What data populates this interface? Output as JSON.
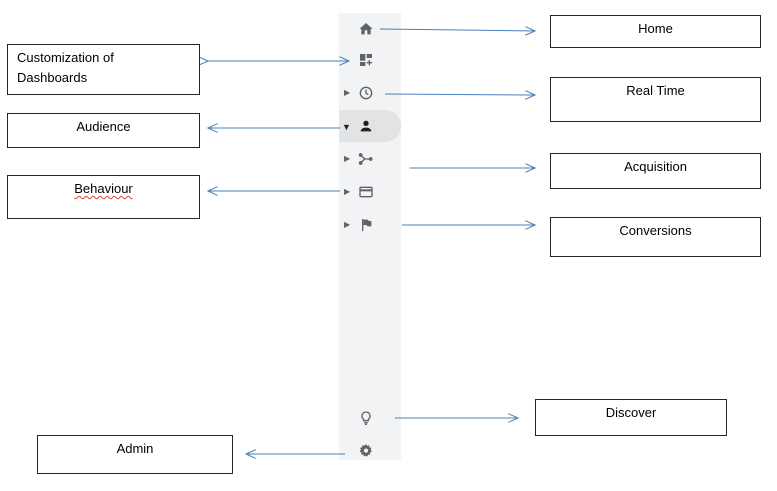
{
  "labels": {
    "home": "Home",
    "customization": "Customization of\nDashboards",
    "real_time": "Real Time",
    "audience": "Audience",
    "acquisition": "Acquisition",
    "behaviour": "Behaviour",
    "conversions": "Conversions",
    "discover": "Discover",
    "admin": "Admin"
  },
  "nav_items": [
    {
      "id": "home",
      "icon": "home-icon",
      "expandable": false
    },
    {
      "id": "customization",
      "icon": "dashboard-add-icon",
      "expandable": false
    },
    {
      "id": "real_time",
      "icon": "clock-icon",
      "expandable": true
    },
    {
      "id": "audience",
      "icon": "person-icon",
      "expandable": true,
      "expanded": true,
      "active": true
    },
    {
      "id": "acquisition",
      "icon": "acquisition-branch-icon",
      "expandable": true
    },
    {
      "id": "behaviour",
      "icon": "behaviour-card-icon",
      "expandable": true
    },
    {
      "id": "conversions",
      "icon": "flag-icon",
      "expandable": true
    },
    {
      "id": "discover",
      "icon": "lightbulb-icon",
      "expandable": false
    },
    {
      "id": "admin",
      "icon": "gear-icon",
      "expandable": false
    }
  ],
  "colors": {
    "arrow": "#4a7ebb",
    "icon": "#5f6368",
    "active_icon": "#202124",
    "rail_background": "#f1f3f4",
    "active_background": "#e1e3e5",
    "box_border": "#262626",
    "spellcheck_underline": "#e0403a"
  }
}
